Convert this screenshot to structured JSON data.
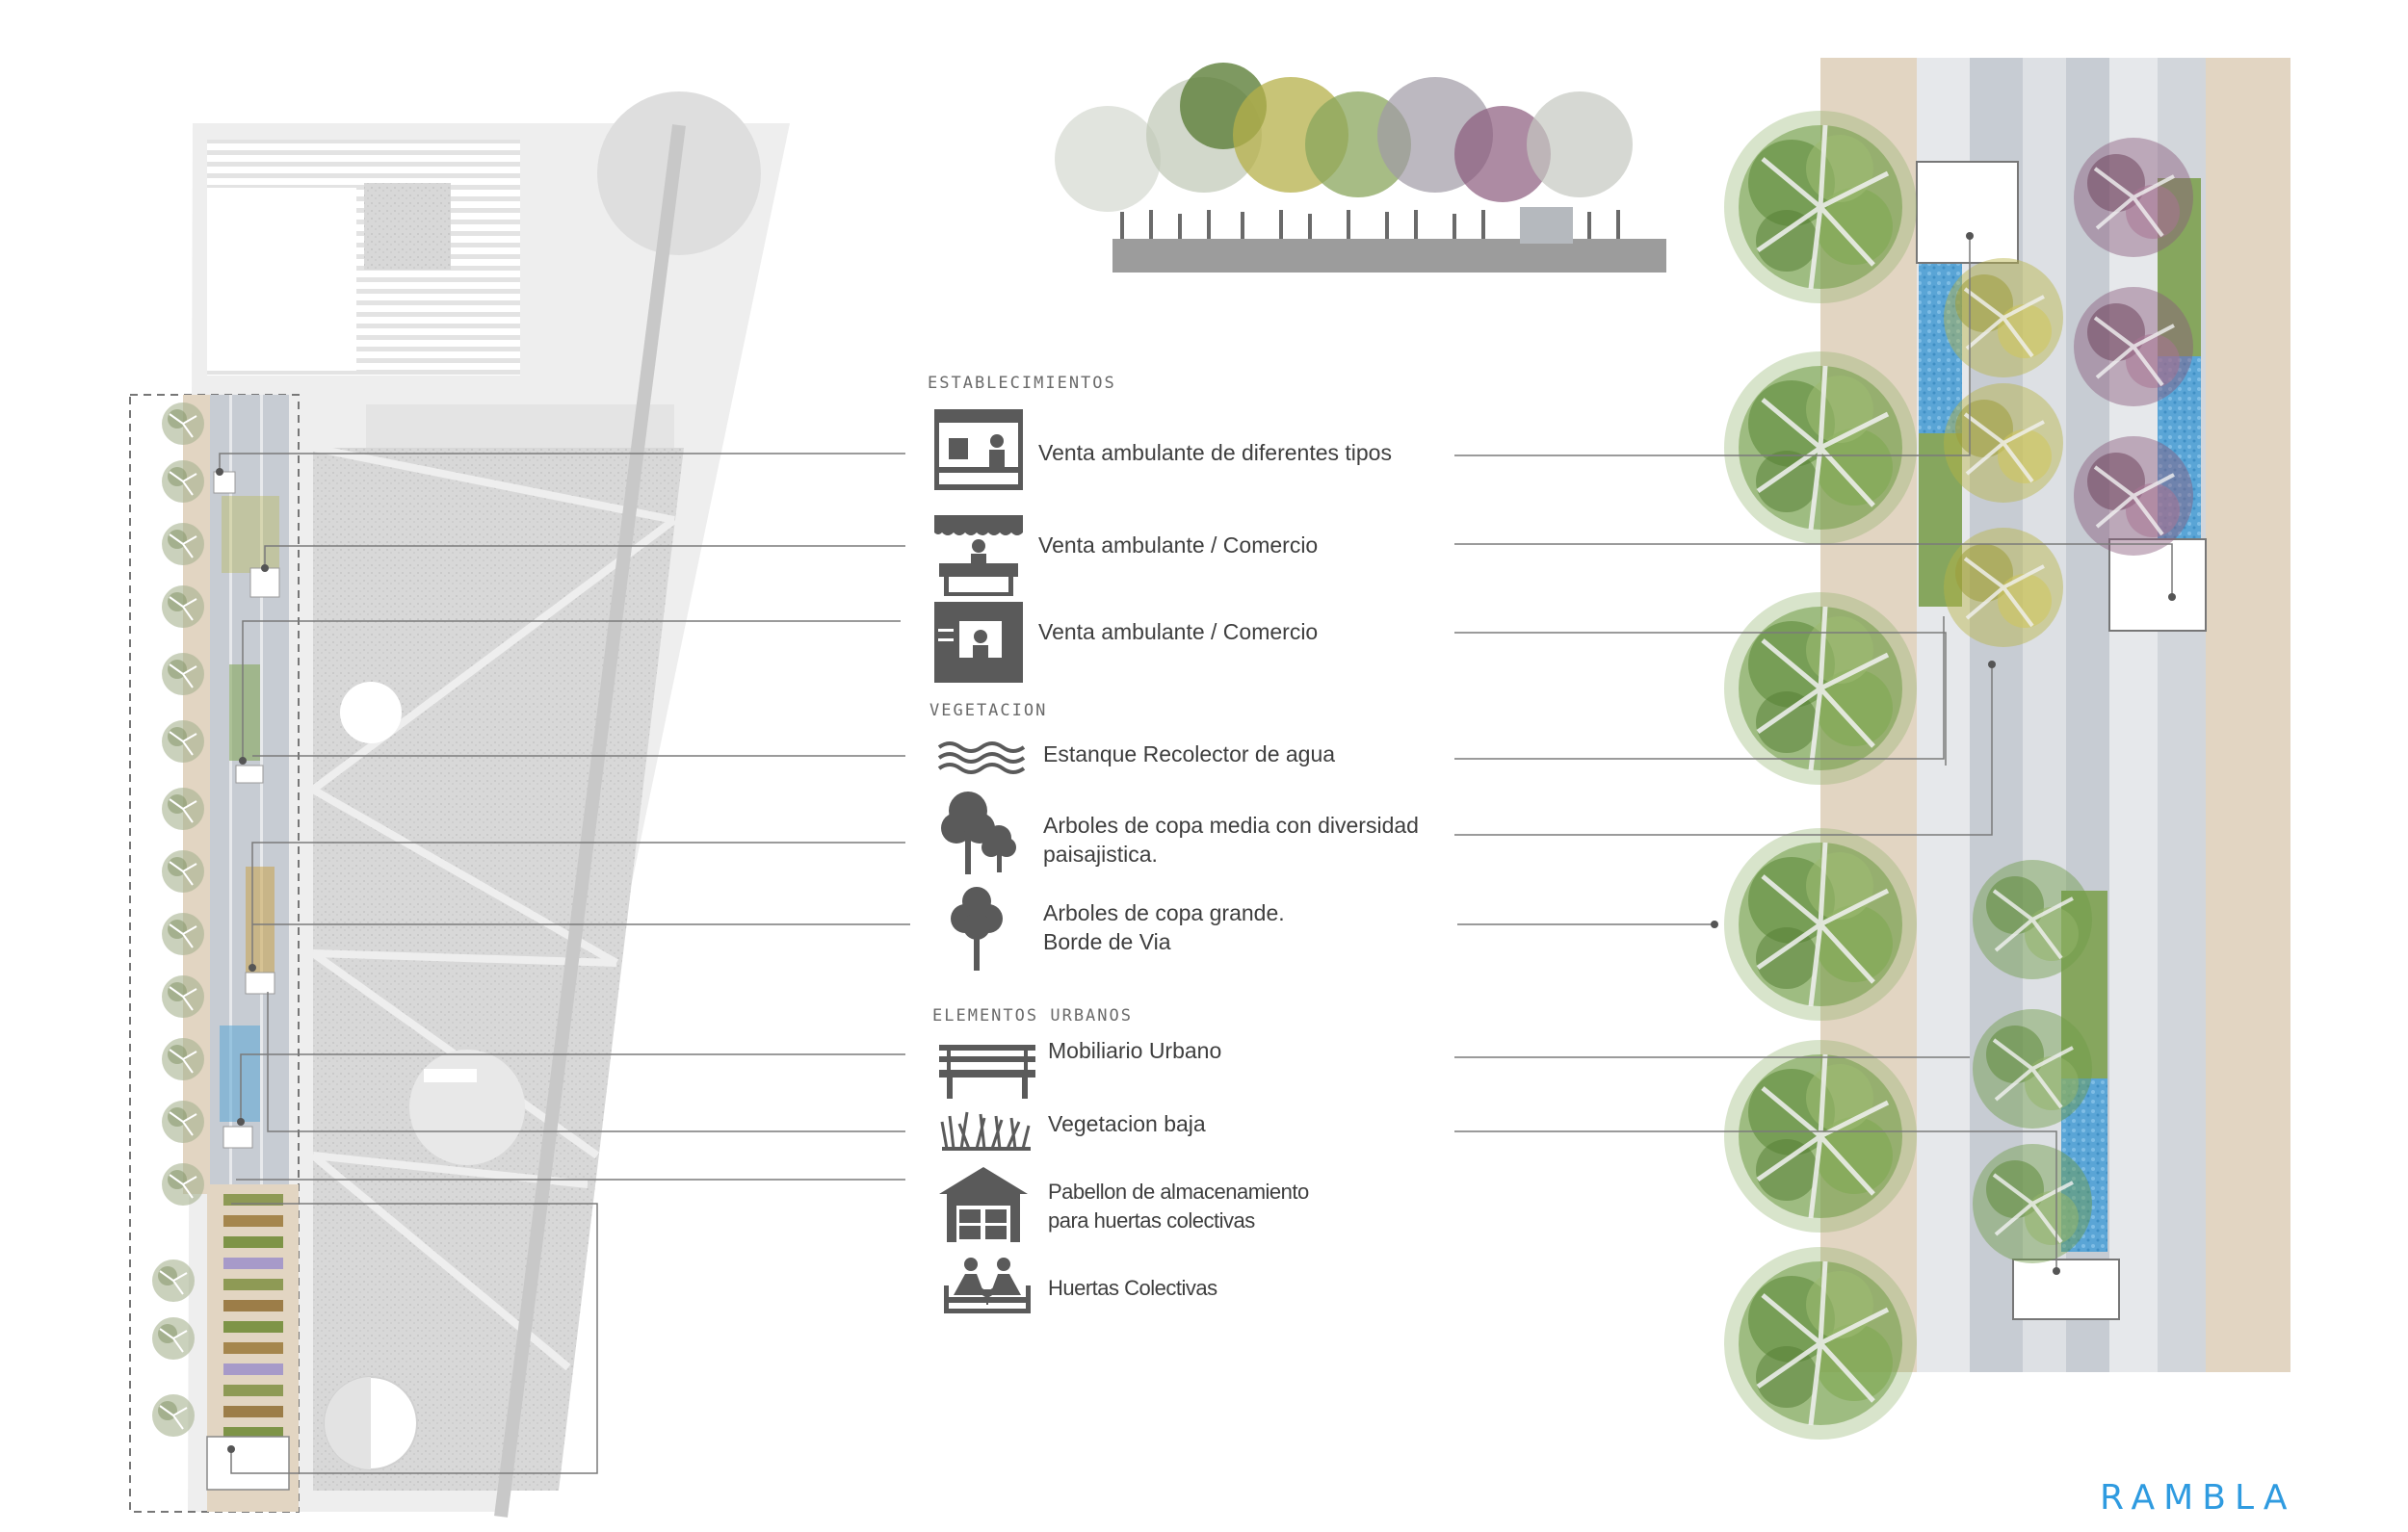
{
  "sections": {
    "establecimientos": "ESTABLECIMIENTOS",
    "vegetacion": "VEGETACION",
    "elementos_urbanos": "ELEMENTOS URBANOS"
  },
  "legend": [
    {
      "id": "venta-diferentes",
      "icon": "market-stall-icon",
      "lines": [
        "Venta ambulante de diferentes tipos"
      ]
    },
    {
      "id": "venta-comercio-1",
      "icon": "vendor-counter-icon",
      "lines": [
        "Venta ambulante / Comercio"
      ]
    },
    {
      "id": "venta-comercio-2",
      "icon": "kiosk-icon",
      "lines": [
        "Venta ambulante / Comercio"
      ]
    },
    {
      "id": "estanque",
      "icon": "water-waves-icon",
      "lines": [
        "Estanque Recolector de agua"
      ]
    },
    {
      "id": "arboles-media",
      "icon": "medium-trees-icon",
      "lines": [
        "Arboles de copa media con diversidad",
        "paisajistica."
      ]
    },
    {
      "id": "arboles-grande",
      "icon": "large-tree-icon",
      "lines": [
        "Arboles de copa grande.",
        "Borde de Via"
      ]
    },
    {
      "id": "mobiliario",
      "icon": "bench-icon",
      "lines": [
        "Mobiliario Urbano"
      ]
    },
    {
      "id": "vegetacion-baja",
      "icon": "grass-icon",
      "lines": [
        "Vegetacion baja"
      ]
    },
    {
      "id": "pabellon",
      "icon": "storage-pavilion-icon",
      "lines": [
        "Pabellon de almacenamiento",
        "para huertas colectivas"
      ]
    },
    {
      "id": "huertas",
      "icon": "community-garden-icon",
      "lines": [
        "Huertas Colectivas"
      ]
    }
  ],
  "footer": {
    "title": "RAMBLA"
  },
  "colors": {
    "icon": "#5a5a5a",
    "leader_line": "#7a7a7a",
    "water": "#5aa5d6",
    "grass": "#86a65e",
    "sidewalk_sand": "#e2d5c2",
    "plaza_gray": "#d9d9d9",
    "road_gray": "#c7ccd3",
    "tree_green": "#6f9b46",
    "tree_yellow": "#b8b445",
    "tree_purple": "#8a5a7c",
    "accent_blue": "#2f9be0"
  }
}
